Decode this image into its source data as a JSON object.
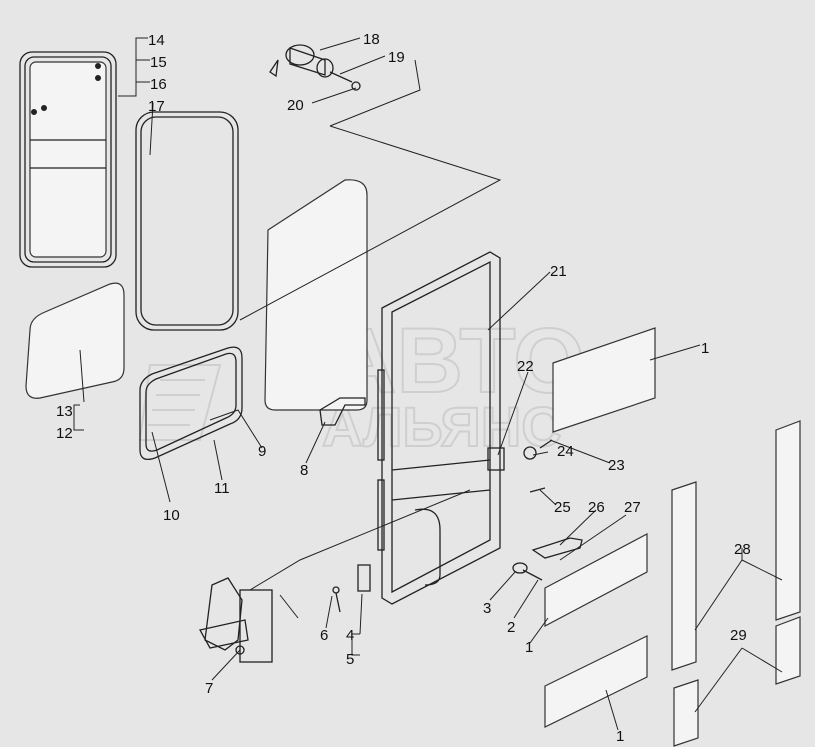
{
  "watermark": {
    "line1": "АВТО",
    "line2": "АЛЬЯНС"
  },
  "callouts": [
    {
      "id": "c14",
      "text": "14"
    },
    {
      "id": "c15",
      "text": "15"
    },
    {
      "id": "c16",
      "text": "16"
    },
    {
      "id": "c17",
      "text": "17"
    },
    {
      "id": "c18",
      "text": "18"
    },
    {
      "id": "c19",
      "text": "19"
    },
    {
      "id": "c20",
      "text": "20"
    },
    {
      "id": "c21",
      "text": "21"
    },
    {
      "id": "c22",
      "text": "22"
    },
    {
      "id": "c1a",
      "text": "1"
    },
    {
      "id": "c13",
      "text": "13"
    },
    {
      "id": "c12",
      "text": "12"
    },
    {
      "id": "c9",
      "text": "9"
    },
    {
      "id": "c11",
      "text": "11"
    },
    {
      "id": "c10",
      "text": "10"
    },
    {
      "id": "c8",
      "text": "8"
    },
    {
      "id": "c24",
      "text": "24"
    },
    {
      "id": "c23",
      "text": "23"
    },
    {
      "id": "c25",
      "text": "25"
    },
    {
      "id": "c26",
      "text": "26"
    },
    {
      "id": "c27",
      "text": "27"
    },
    {
      "id": "c28",
      "text": "28"
    },
    {
      "id": "c3",
      "text": "3"
    },
    {
      "id": "c2",
      "text": "2"
    },
    {
      "id": "c1b",
      "text": "1"
    },
    {
      "id": "c6",
      "text": "6"
    },
    {
      "id": "c4",
      "text": "4"
    },
    {
      "id": "c5",
      "text": "5"
    },
    {
      "id": "c29",
      "text": "29"
    },
    {
      "id": "c7",
      "text": "7"
    },
    {
      "id": "c1c",
      "text": "1"
    }
  ]
}
